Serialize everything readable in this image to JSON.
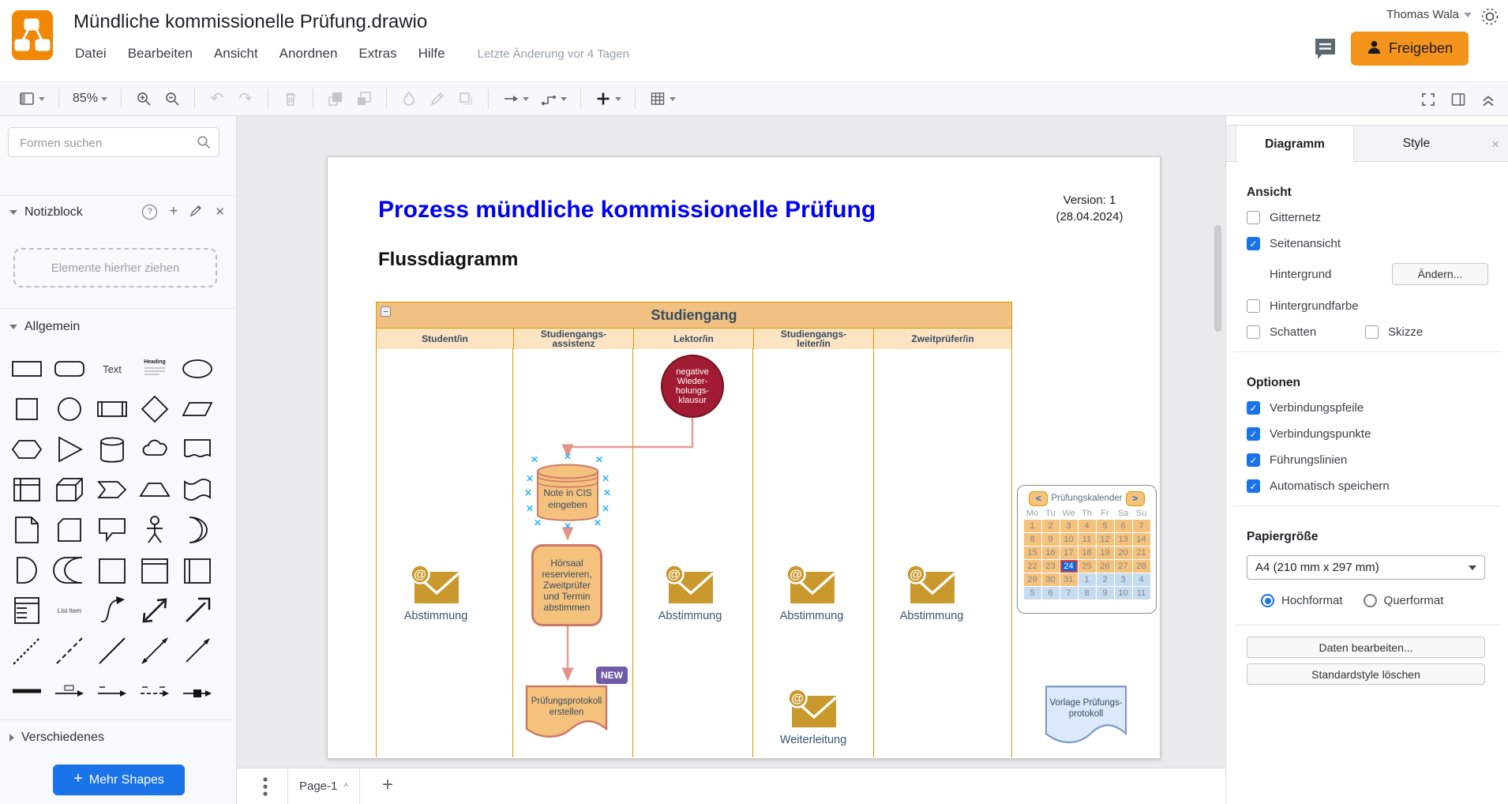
{
  "colors": {
    "accent-orange": "#F08705",
    "share-orange": "#F5941D",
    "blue": "#1A73E8",
    "pool-header": "#F0C183",
    "lane-header": "#FCE4C3",
    "gold": "#D79B00",
    "shape-fill": "#F5C27D",
    "shape-border": "#CB7A68",
    "connector": "#E89C90",
    "dark-red": "#A11C33",
    "dark-red-border": "#70121F",
    "email-gold": "#C9992E",
    "badge-purple": "#6F5AA8",
    "vorlage-fill": "#DCE9FA",
    "vorlage-border": "#7A97C6",
    "selected-day": "#1566D6",
    "next-month": "#C5DCF0",
    "title-blue": "#0000F5",
    "node-text": "#374B60"
  },
  "header": {
    "title": "Mündliche kommissionelle Prüfung.drawio",
    "menus": [
      "Datei",
      "Bearbeiten",
      "Ansicht",
      "Anordnen",
      "Extras",
      "Hilfe"
    ],
    "last_change": "Letzte Änderung vor 4 Tagen",
    "user": "Thomas Wala",
    "share_label": "Freigeben"
  },
  "toolbar": {
    "zoom_level": "85%",
    "groups": [
      {
        "items": [
          {
            "icon": "view-outline",
            "caret": true
          }
        ]
      },
      {
        "items": [
          {
            "icon": "zoom-label",
            "caret": true
          }
        ]
      },
      {
        "items": [
          {
            "icon": "zoom-in"
          },
          {
            "icon": "zoom-out"
          }
        ]
      },
      {
        "items": [
          {
            "icon": "undo",
            "disabled": true
          },
          {
            "icon": "redo",
            "disabled": true
          }
        ]
      },
      {
        "items": [
          {
            "icon": "delete",
            "disabled": true
          }
        ]
      },
      {
        "items": [
          {
            "icon": "to-front",
            "disabled": true
          },
          {
            "icon": "to-back",
            "disabled": true
          }
        ]
      },
      {
        "items": [
          {
            "icon": "fill-color",
            "disabled": true
          },
          {
            "icon": "line-color",
            "disabled": true
          },
          {
            "icon": "shadow",
            "disabled": true
          }
        ]
      },
      {
        "items": [
          {
            "icon": "connection",
            "caret": true
          },
          {
            "icon": "waypoints",
            "caret": true
          }
        ]
      },
      {
        "items": [
          {
            "icon": "insert",
            "caret": true
          }
        ]
      },
      {
        "items": [
          {
            "icon": "table",
            "caret": true
          }
        ]
      }
    ],
    "right_items": [
      {
        "icon": "fullscreen"
      },
      {
        "icon": "format-panel"
      },
      {
        "icon": "collapse-expand"
      }
    ]
  },
  "sidebar": {
    "search_placeholder": "Formen suchen",
    "notepad_title": "Notizblock",
    "drop_hint": "Elemente hierher ziehen",
    "section_general": "Allgemein",
    "section_misc": "Verschiedenes",
    "more_shapes": "Mehr Shapes",
    "shapes": [
      "rectangle",
      "rounded-rectangle",
      "text",
      "heading",
      "ellipse",
      "square",
      "circle",
      "process",
      "diamond",
      "parallelogram",
      "hexagon",
      "triangle",
      "cylinder",
      "cloud",
      "document",
      "internal-storage",
      "cube",
      "step",
      "trapezoid",
      "tape",
      "note",
      "card",
      "callout",
      "actor",
      "or",
      "and",
      "data-storage",
      "container",
      "container-title",
      "vertical-container",
      "list",
      "list-item",
      "curve",
      "bidirectional-arrow",
      "arrow",
      "dotted-line",
      "dashed-line",
      "line",
      "bidirectional-connector",
      "directional-connector",
      "bold-line",
      "labeled-arrow",
      "start-labeled-arrow",
      "dashed-labeled-arrow",
      "node-arrow"
    ]
  },
  "diagram": {
    "title": "Prozess mündliche kommissionelle Prüfung",
    "subtitle": "Flussdiagramm",
    "version_lines": [
      "Version: 1",
      "(28.04.2024)"
    ],
    "pool_title": "Studiengang",
    "lanes": [
      [
        "Student/in"
      ],
      [
        "Studiengangs-",
        "assistenz"
      ],
      [
        "Lektor/in"
      ],
      [
        "Studiengangs-",
        "leiter/in"
      ],
      [
        "Zweitprüfer/in"
      ]
    ],
    "nodes": {
      "negative": {
        "lines": [
          "negative",
          "Wieder-",
          "holungs-",
          "klausur"
        ]
      },
      "cis": {
        "lines": [
          "Note in CIS",
          "eingeben"
        ]
      },
      "hoersaal": {
        "lines": [
          "Hörsaal",
          "reservieren,",
          "Zweitprüfer",
          "und Termin",
          "abstimmen"
        ]
      },
      "protokoll": {
        "lines": [
          "Prüfungsprotokoll",
          "erstellen"
        ]
      },
      "new_badge": "NEW",
      "vorlage": {
        "lines": [
          "Vorlage Prüfungs-",
          "protokoll"
        ]
      }
    },
    "emails": [
      {
        "label": "Abstimmung"
      },
      {
        "label": "Abstimmung"
      },
      {
        "label": "Abstimmung"
      },
      {
        "label": "Abstimmung"
      }
    ],
    "weiterleitung_label": "Weiterleitung",
    "calendar": {
      "title": "Prüfungskalender",
      "prev": "<",
      "next": ">",
      "days": [
        "Mo",
        "Tu",
        "We",
        "Th",
        "Fr",
        "Sa",
        "Su"
      ],
      "cells": [
        {
          "v": "1",
          "t": "c"
        },
        {
          "v": "2",
          "t": "c"
        },
        {
          "v": "3",
          "t": "c"
        },
        {
          "v": "4",
          "t": "c"
        },
        {
          "v": "5",
          "t": "c"
        },
        {
          "v": "6",
          "t": "c"
        },
        {
          "v": "7",
          "t": "c"
        },
        {
          "v": "8",
          "t": "c"
        },
        {
          "v": "9",
          "t": "c"
        },
        {
          "v": "10",
          "t": "c"
        },
        {
          "v": "11",
          "t": "c"
        },
        {
          "v": "12",
          "t": "c"
        },
        {
          "v": "13",
          "t": "c"
        },
        {
          "v": "14",
          "t": "c"
        },
        {
          "v": "15",
          "t": "c"
        },
        {
          "v": "16",
          "t": "c"
        },
        {
          "v": "17",
          "t": "c"
        },
        {
          "v": "18",
          "t": "c"
        },
        {
          "v": "19",
          "t": "c"
        },
        {
          "v": "20",
          "t": "c"
        },
        {
          "v": "21",
          "t": "c"
        },
        {
          "v": "22",
          "t": "c"
        },
        {
          "v": "23",
          "t": "c"
        },
        {
          "v": "24",
          "t": "c",
          "sel": true
        },
        {
          "v": "25",
          "t": "c"
        },
        {
          "v": "26",
          "t": "c"
        },
        {
          "v": "27",
          "t": "c"
        },
        {
          "v": "28",
          "t": "c"
        },
        {
          "v": "29",
          "t": "c"
        },
        {
          "v": "30",
          "t": "c"
        },
        {
          "v": "31",
          "t": "c"
        },
        {
          "v": "1",
          "t": "n"
        },
        {
          "v": "2",
          "t": "n"
        },
        {
          "v": "3",
          "t": "n"
        },
        {
          "v": "4",
          "t": "n"
        },
        {
          "v": "5",
          "t": "n"
        },
        {
          "v": "6",
          "t": "n"
        },
        {
          "v": "7",
          "t": "n"
        },
        {
          "v": "8",
          "t": "n"
        },
        {
          "v": "9",
          "t": "n"
        },
        {
          "v": "10",
          "t": "n"
        },
        {
          "v": "11",
          "t": "n"
        }
      ]
    }
  },
  "footer": {
    "page_tab": "Page-1"
  },
  "panel": {
    "tab_diagram": "Diagramm",
    "tab_style": "Style",
    "close_glyph": "×",
    "ansicht_title": "Ansicht",
    "checks_view": [
      {
        "label": "Gitternetz",
        "checked": false
      },
      {
        "label": "Seitenansicht",
        "checked": true
      }
    ],
    "hintergrund_label": "Hintergrund",
    "aendern_label": "Ändern...",
    "check_bgcolor": {
      "label": "Hintergrundfarbe",
      "checked": false
    },
    "checks_shadow_row": [
      {
        "label": "Schatten",
        "checked": false
      },
      {
        "label": "Skizze",
        "checked": false
      }
    ],
    "optionen_title": "Optionen",
    "checks_options": [
      {
        "label": "Verbindungspfeile",
        "checked": true
      },
      {
        "label": "Verbindungspunkte",
        "checked": true
      },
      {
        "label": "Führungslinien",
        "checked": true
      },
      {
        "label": "Automatisch speichern",
        "checked": true
      }
    ],
    "papier_title": "Papiergröße",
    "papier_size": "A4 (210 mm x 297 mm)",
    "radio_portrait": "Hochformat",
    "radio_landscape": "Querformat",
    "btn_edit_data": "Daten bearbeiten...",
    "btn_clear_style": "Standardstyle löschen"
  }
}
